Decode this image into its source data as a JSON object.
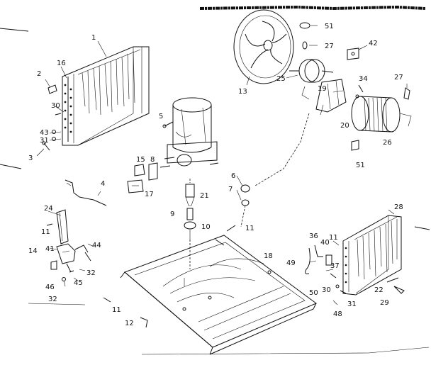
{
  "diagram": {
    "part_labels": [
      {
        "id": "p1",
        "text": "1"
      },
      {
        "id": "p2",
        "text": "2"
      },
      {
        "id": "p16",
        "text": "16"
      },
      {
        "id": "p30a",
        "text": "30"
      },
      {
        "id": "p43",
        "text": "43"
      },
      {
        "id": "p31a",
        "text": "31"
      },
      {
        "id": "p3",
        "text": "3"
      },
      {
        "id": "p4",
        "text": "4"
      },
      {
        "id": "p24",
        "text": "24"
      },
      {
        "id": "p11a",
        "text": "11"
      },
      {
        "id": "p14",
        "text": "14"
      },
      {
        "id": "p41",
        "text": "41"
      },
      {
        "id": "p44",
        "text": "44"
      },
      {
        "id": "p32a",
        "text": "32"
      },
      {
        "id": "p45",
        "text": "45"
      },
      {
        "id": "p46",
        "text": "46"
      },
      {
        "id": "p32b",
        "text": "32"
      },
      {
        "id": "p11b",
        "text": "11"
      },
      {
        "id": "p12",
        "text": "12"
      },
      {
        "id": "p5",
        "text": "5"
      },
      {
        "id": "p15",
        "text": "15"
      },
      {
        "id": "p8",
        "text": "8"
      },
      {
        "id": "p17",
        "text": "17"
      },
      {
        "id": "p21",
        "text": "21"
      },
      {
        "id": "p9",
        "text": "9"
      },
      {
        "id": "p10",
        "text": "10"
      },
      {
        "id": "p6",
        "text": "6"
      },
      {
        "id": "p7",
        "text": "7"
      },
      {
        "id": "p11c",
        "text": "11"
      },
      {
        "id": "p18",
        "text": "18"
      },
      {
        "id": "p13",
        "text": "13"
      },
      {
        "id": "p51a",
        "text": "51"
      },
      {
        "id": "p27a",
        "text": "27"
      },
      {
        "id": "p42",
        "text": "42"
      },
      {
        "id": "p25",
        "text": "25"
      },
      {
        "id": "p19",
        "text": "19"
      },
      {
        "id": "p34",
        "text": "34"
      },
      {
        "id": "p27b",
        "text": "27"
      },
      {
        "id": "p20",
        "text": "20"
      },
      {
        "id": "p26",
        "text": "26"
      },
      {
        "id": "p51b",
        "text": "51"
      },
      {
        "id": "p28",
        "text": "28"
      },
      {
        "id": "p36",
        "text": "36"
      },
      {
        "id": "p40",
        "text": "40"
      },
      {
        "id": "p11d",
        "text": "11"
      },
      {
        "id": "p49",
        "text": "49"
      },
      {
        "id": "p37",
        "text": "37"
      },
      {
        "id": "p50",
        "text": "50"
      },
      {
        "id": "p30b",
        "text": "30"
      },
      {
        "id": "p31b",
        "text": "31"
      },
      {
        "id": "p48",
        "text": "48"
      },
      {
        "id": "p22",
        "text": "22"
      },
      {
        "id": "p29",
        "text": "29"
      }
    ]
  }
}
